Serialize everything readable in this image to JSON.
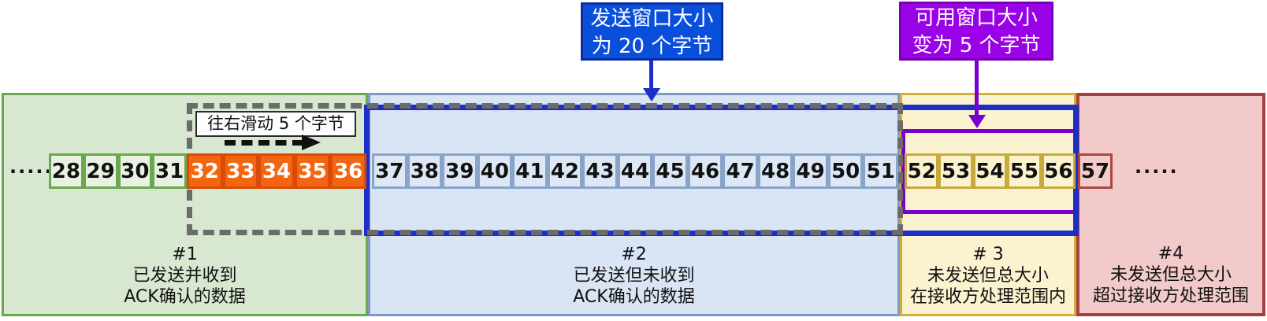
{
  "annotations": {
    "send_window_label": {
      "lines": [
        "发送窗口大小",
        "为 20 个字节"
      ],
      "bg": "#0a4fdc"
    },
    "available_window_label": {
      "lines": [
        "可用窗口大小",
        "变为 5 个字节"
      ],
      "bg": "#9902e6"
    },
    "slide_label": "往右滑动 5 个字节",
    "ellipsis_left": "·····",
    "ellipsis_right": "·····"
  },
  "regions": [
    {
      "number": "#1",
      "desc1": "已发送并收到",
      "desc2": "ACK确认的数据",
      "fill": "#d8e8d0",
      "border": "#6aa84f"
    },
    {
      "number": "#2",
      "desc1": "已发送但未收到",
      "desc2": "ACK确认的数据",
      "fill": "#d9e4f5",
      "border": "#8099c0"
    },
    {
      "number": "# 3",
      "desc1": "未发送但总大小",
      "desc2": "在接收方处理范围内",
      "fill": "#fbf2cf",
      "border": "#d2ae3a"
    },
    {
      "number": "#4",
      "desc1": "未发送但总大小",
      "desc2": "超过接收方处理范围",
      "fill": "#f2caca",
      "border": "#a5403d"
    }
  ],
  "byte_groups": [
    {
      "cat": "acked",
      "values": [
        "28",
        "29",
        "30",
        "31"
      ]
    },
    {
      "cat": "slid",
      "values": [
        "32",
        "33",
        "34",
        "35",
        "36"
      ]
    },
    {
      "cat": "unacked",
      "values": [
        "37",
        "38",
        "39",
        "40",
        "41",
        "42",
        "43",
        "44",
        "45",
        "46",
        "47",
        "48",
        "49",
        "50",
        "51"
      ]
    },
    {
      "cat": "usable",
      "values": [
        "52",
        "53",
        "54",
        "55",
        "56"
      ]
    },
    {
      "cat": "beyond",
      "values": [
        "57"
      ]
    }
  ],
  "windows": {
    "send_window_border": "#1b2ec8",
    "old_window_dash": "#6b6b6b",
    "available_window_border": "#7a00cc"
  },
  "colors": {
    "slid_box_fill": "#f4650f",
    "slid_box_border": "#d84b07",
    "slid_box_text": "#ffffff"
  }
}
